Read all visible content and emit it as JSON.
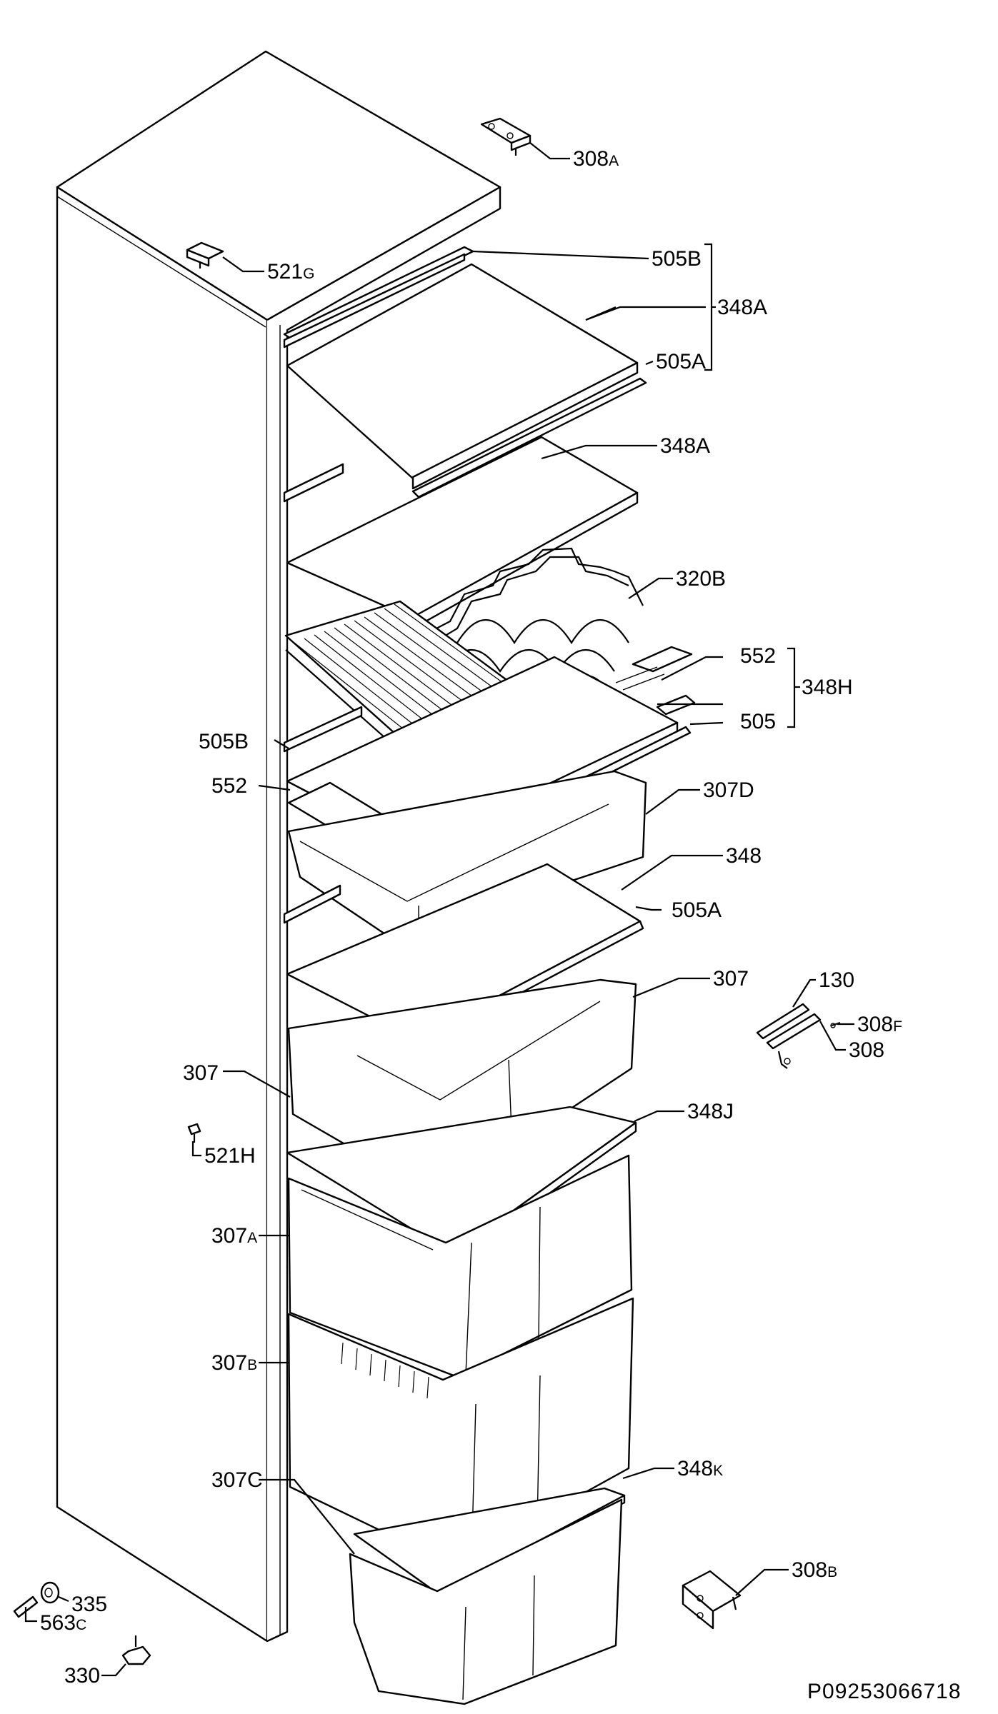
{
  "labels": {
    "l_308a": {
      "main": "308",
      "suffix": "A"
    },
    "l_521g": {
      "main": "521",
      "suffix": "G"
    },
    "l_505b_top": {
      "main": "505B",
      "suffix": ""
    },
    "l_348a_group": {
      "main": "348A",
      "suffix": ""
    },
    "l_505a_top": {
      "main": "505A",
      "suffix": ""
    },
    "l_348a_2": {
      "main": "348A",
      "suffix": ""
    },
    "l_320b": {
      "main": "320B",
      "suffix": ""
    },
    "l_552_right": {
      "main": "552",
      "suffix": ""
    },
    "l_348h": {
      "main": "348H",
      "suffix": ""
    },
    "l_505_right": {
      "main": "505",
      "suffix": ""
    },
    "l_505b_left": {
      "main": "505B",
      "suffix": ""
    },
    "l_552_left": {
      "main": "552",
      "suffix": ""
    },
    "l_307d": {
      "main": "307D",
      "suffix": ""
    },
    "l_348": {
      "main": "348",
      "suffix": ""
    },
    "l_505a_mid": {
      "main": "505A",
      "suffix": ""
    },
    "l_307_right": {
      "main": "307",
      "suffix": ""
    },
    "l_130": {
      "main": "130",
      "suffix": ""
    },
    "l_308f": {
      "main": "308",
      "suffix": "F"
    },
    "l_308": {
      "main": "308",
      "suffix": ""
    },
    "l_307_left": {
      "main": "307",
      "suffix": ""
    },
    "l_521h": {
      "main": "521H",
      "suffix": ""
    },
    "l_348j": {
      "main": "348J",
      "suffix": ""
    },
    "l_307a": {
      "main": "307",
      "suffix": "A"
    },
    "l_307b": {
      "main": "307",
      "suffix": "B"
    },
    "l_307c": {
      "main": "307C",
      "suffix": ""
    },
    "l_348k": {
      "main": "348",
      "suffix": "K"
    },
    "l_308b": {
      "main": "308",
      "suffix": "B"
    },
    "l_335": {
      "main": "335",
      "suffix": ""
    },
    "l_563c": {
      "main": "563",
      "suffix": "C"
    },
    "l_330": {
      "main": "330",
      "suffix": ""
    }
  },
  "drawing_code": "P09253066718"
}
